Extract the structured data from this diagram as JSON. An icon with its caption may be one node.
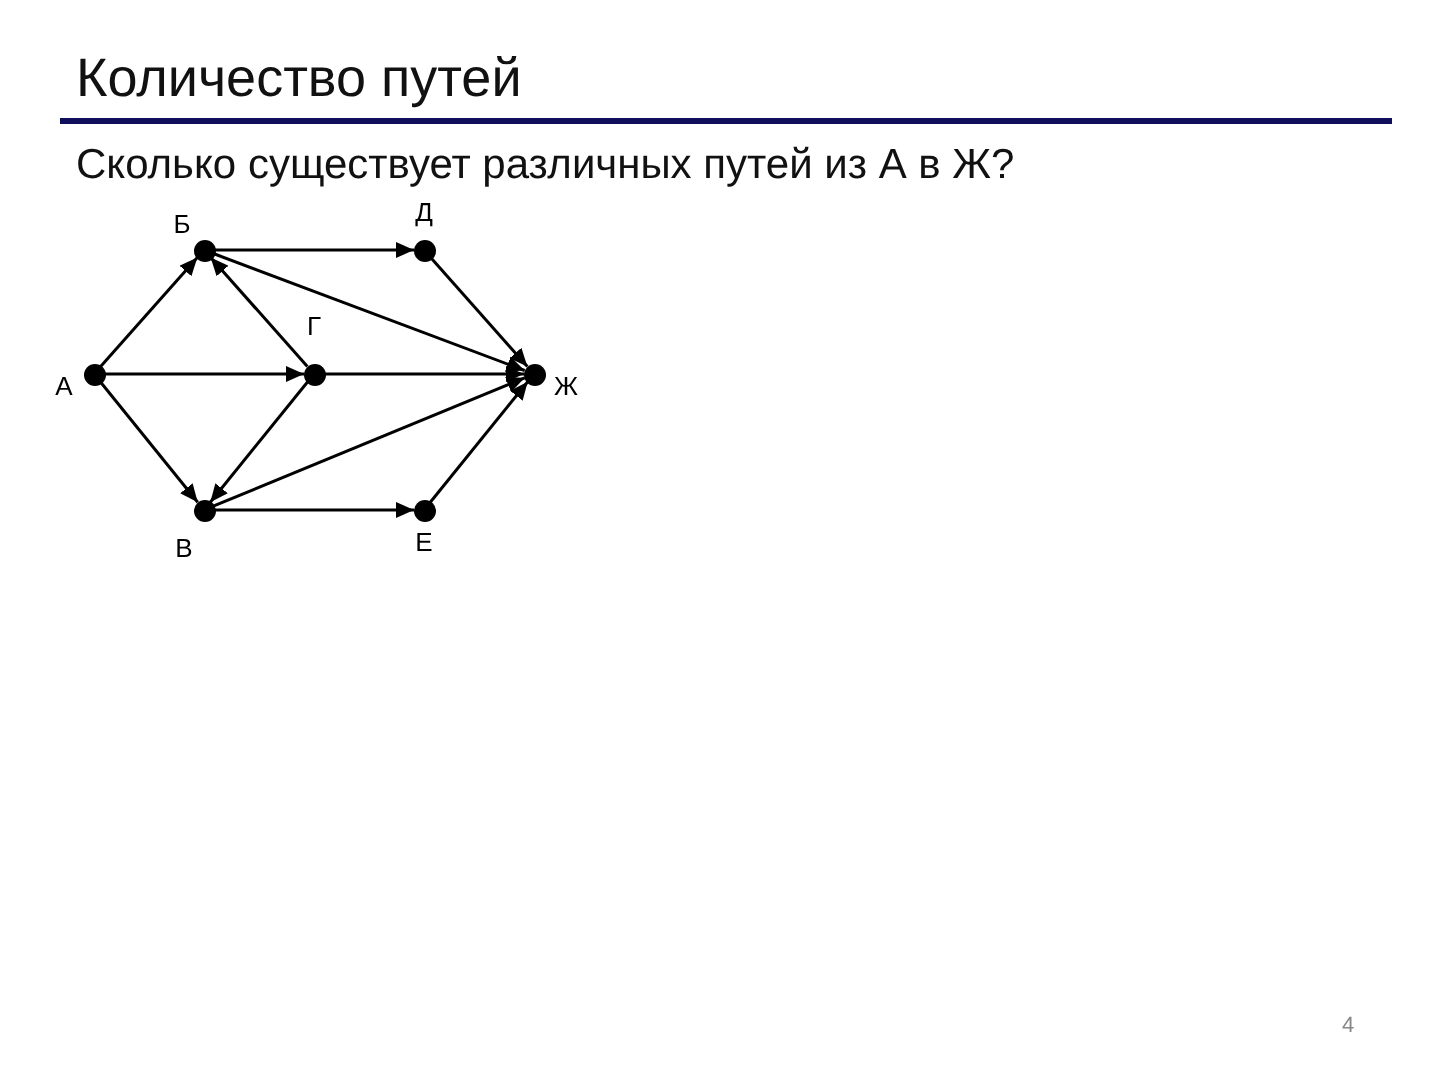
{
  "diagram": {
    "title": "Количество путей",
    "nodes": [
      {
        "text": [],
        "shape": "circle",
        "beside": [
          "А"
        ]
      },
      {
        "text": [],
        "shape": "circle",
        "beside": [
          "Б"
        ]
      },
      {
        "text": [],
        "shape": "circle",
        "beside": [
          "В"
        ]
      },
      {
        "text": [],
        "shape": "circle",
        "beside": [
          "Г"
        ]
      },
      {
        "text": [],
        "shape": "circle",
        "beside": [
          "Д"
        ]
      },
      {
        "text": [],
        "shape": "circle",
        "beside": [
          "Е"
        ]
      },
      {
        "text": [],
        "shape": "circle",
        "beside": [
          "Ж"
        ]
      }
    ],
    "edges": [
      {
        "from": 0,
        "to": 1,
        "arrow": "to"
      },
      {
        "from": 0,
        "to": 3,
        "arrow": "to"
      },
      {
        "from": 0,
        "to": 2,
        "arrow": "to"
      },
      {
        "from": 1,
        "to": 4,
        "arrow": "to"
      },
      {
        "from": 1,
        "to": 6,
        "arrow": "to"
      },
      {
        "from": 3,
        "to": 1,
        "arrow": "to"
      },
      {
        "from": 3,
        "to": 2,
        "arrow": "to"
      },
      {
        "from": 3,
        "to": 6,
        "arrow": "to"
      },
      {
        "from": 2,
        "to": 6,
        "arrow": "to"
      },
      {
        "from": 2,
        "to": 5,
        "arrow": "to"
      },
      {
        "from": 4,
        "to": 6,
        "arrow": "to"
      },
      {
        "from": 5,
        "to": 6,
        "arrow": "to"
      }
    ],
    "labels": [
      "Сколько существует различных путей из А в Ж?",
      "4"
    ]
  }
}
